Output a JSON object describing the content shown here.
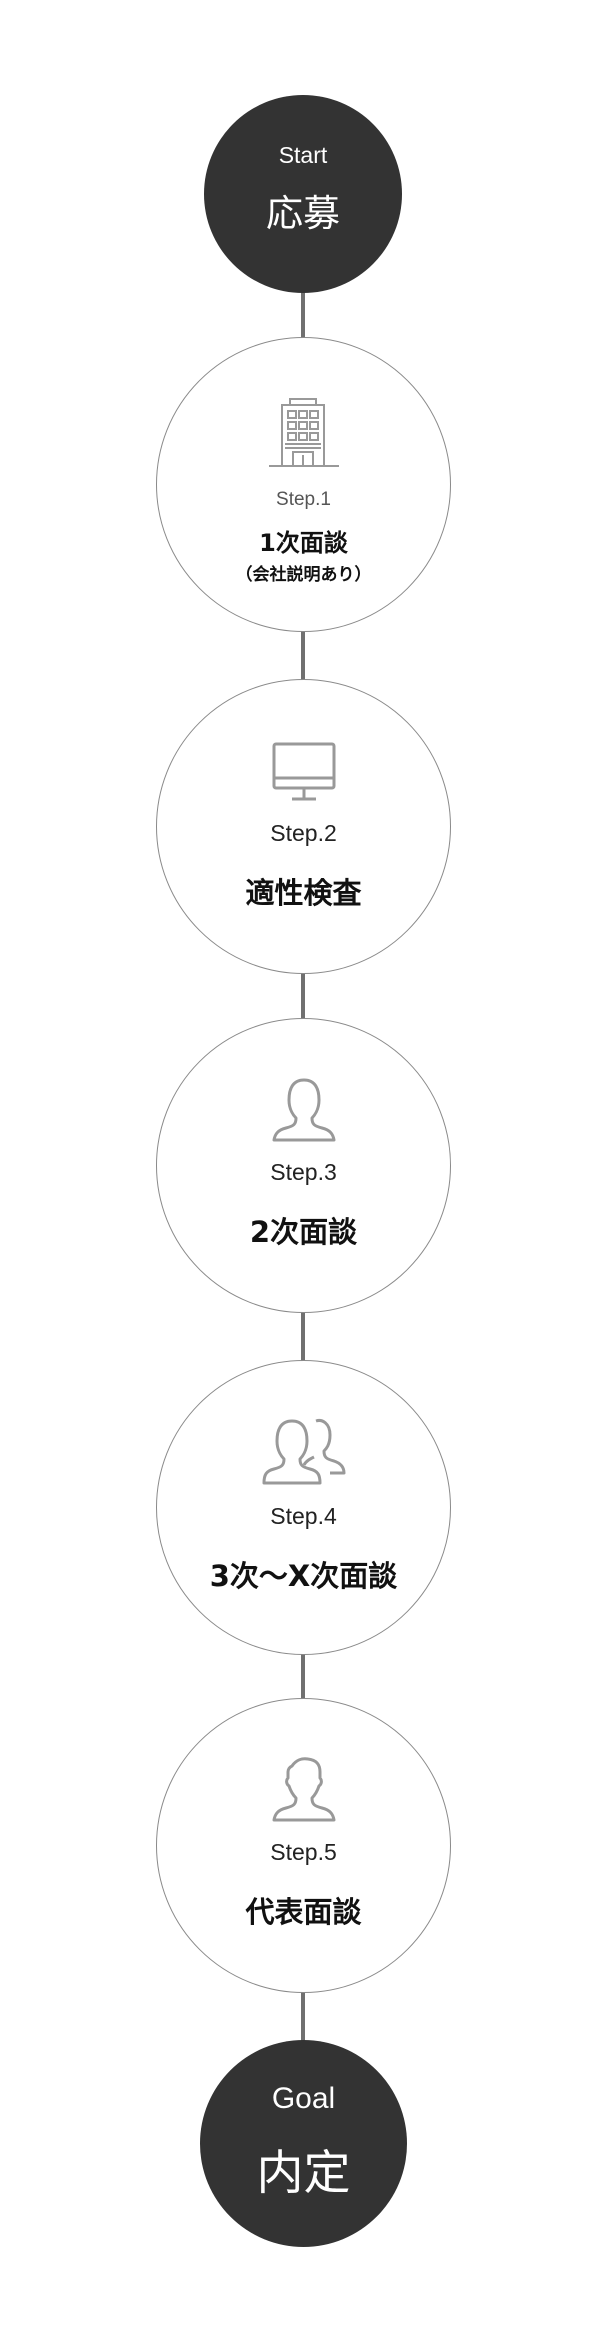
{
  "flow": {
    "start": {
      "label": "Start",
      "title": "応募"
    },
    "steps": [
      {
        "label": "Step.1",
        "title": "1次面談",
        "note": "（会社説明あり）",
        "icon": "building-icon"
      },
      {
        "label": "Step.2",
        "title": "適性検査",
        "icon": "monitor-icon"
      },
      {
        "label": "Step.3",
        "title": "2次面談",
        "icon": "person-icon"
      },
      {
        "label": "Step.4",
        "title": "3次〜X次面談",
        "icon": "people-icon"
      },
      {
        "label": "Step.5",
        "title": "代表面談",
        "icon": "person-man-icon"
      }
    ],
    "goal": {
      "label": "Goal",
      "title": "内定"
    }
  },
  "colors": {
    "terminal_fill": "#333333",
    "connector": "#707070",
    "step_border": "#8a8a8a",
    "icon_stroke": "#999999"
  }
}
